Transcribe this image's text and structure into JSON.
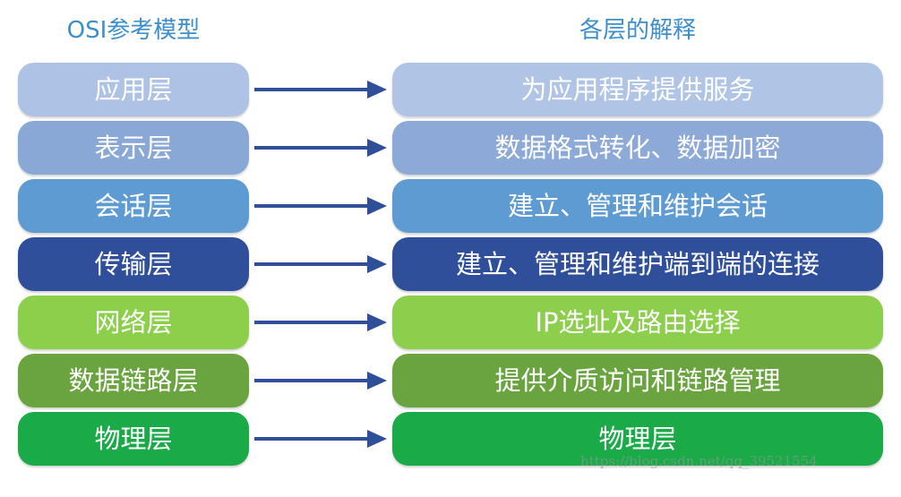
{
  "headings": {
    "left": "OSI参考模型",
    "right": "各层的解释"
  },
  "layers": [
    {
      "name": "应用层",
      "description": "为应用程序提供服务",
      "left_color": "#adc2e4",
      "right_color": "#b0c4e6",
      "text_color": "#ffffff"
    },
    {
      "name": "表示层",
      "description": "数据格式转化、数据加密",
      "left_color": "#8aa8d6",
      "right_color": "#8da9d7",
      "text_color": "#ffffff"
    },
    {
      "name": "会话层",
      "description": "建立、管理和维护会话",
      "left_color": "#5f9bd3",
      "right_color": "#5f9bd3",
      "text_color": "#ffffff"
    },
    {
      "name": "传输层",
      "description": "建立、管理和维护端到端的连接",
      "left_color": "#2f4f9a",
      "right_color": "#2f4f9a",
      "text_color": "#ffffff"
    },
    {
      "name": "网络层",
      "description": "IP选址及路由选择",
      "left_color": "#8bcf4a",
      "right_color": "#8ccf4c",
      "text_color": "#ffffff"
    },
    {
      "name": "数据链路层",
      "description": "提供介质访问和链路管理",
      "left_color": "#6aa43e",
      "right_color": "#6aa43e",
      "text_color": "#ffffff"
    },
    {
      "name": "物理层",
      "description": "物理层",
      "left_color": "#1aaa48",
      "right_color": "#1aaa48",
      "text_color": "#ffffff"
    }
  ],
  "arrow_color": "#2f4f9a",
  "watermark": "https://blog.csdn.net/qq_39521554"
}
